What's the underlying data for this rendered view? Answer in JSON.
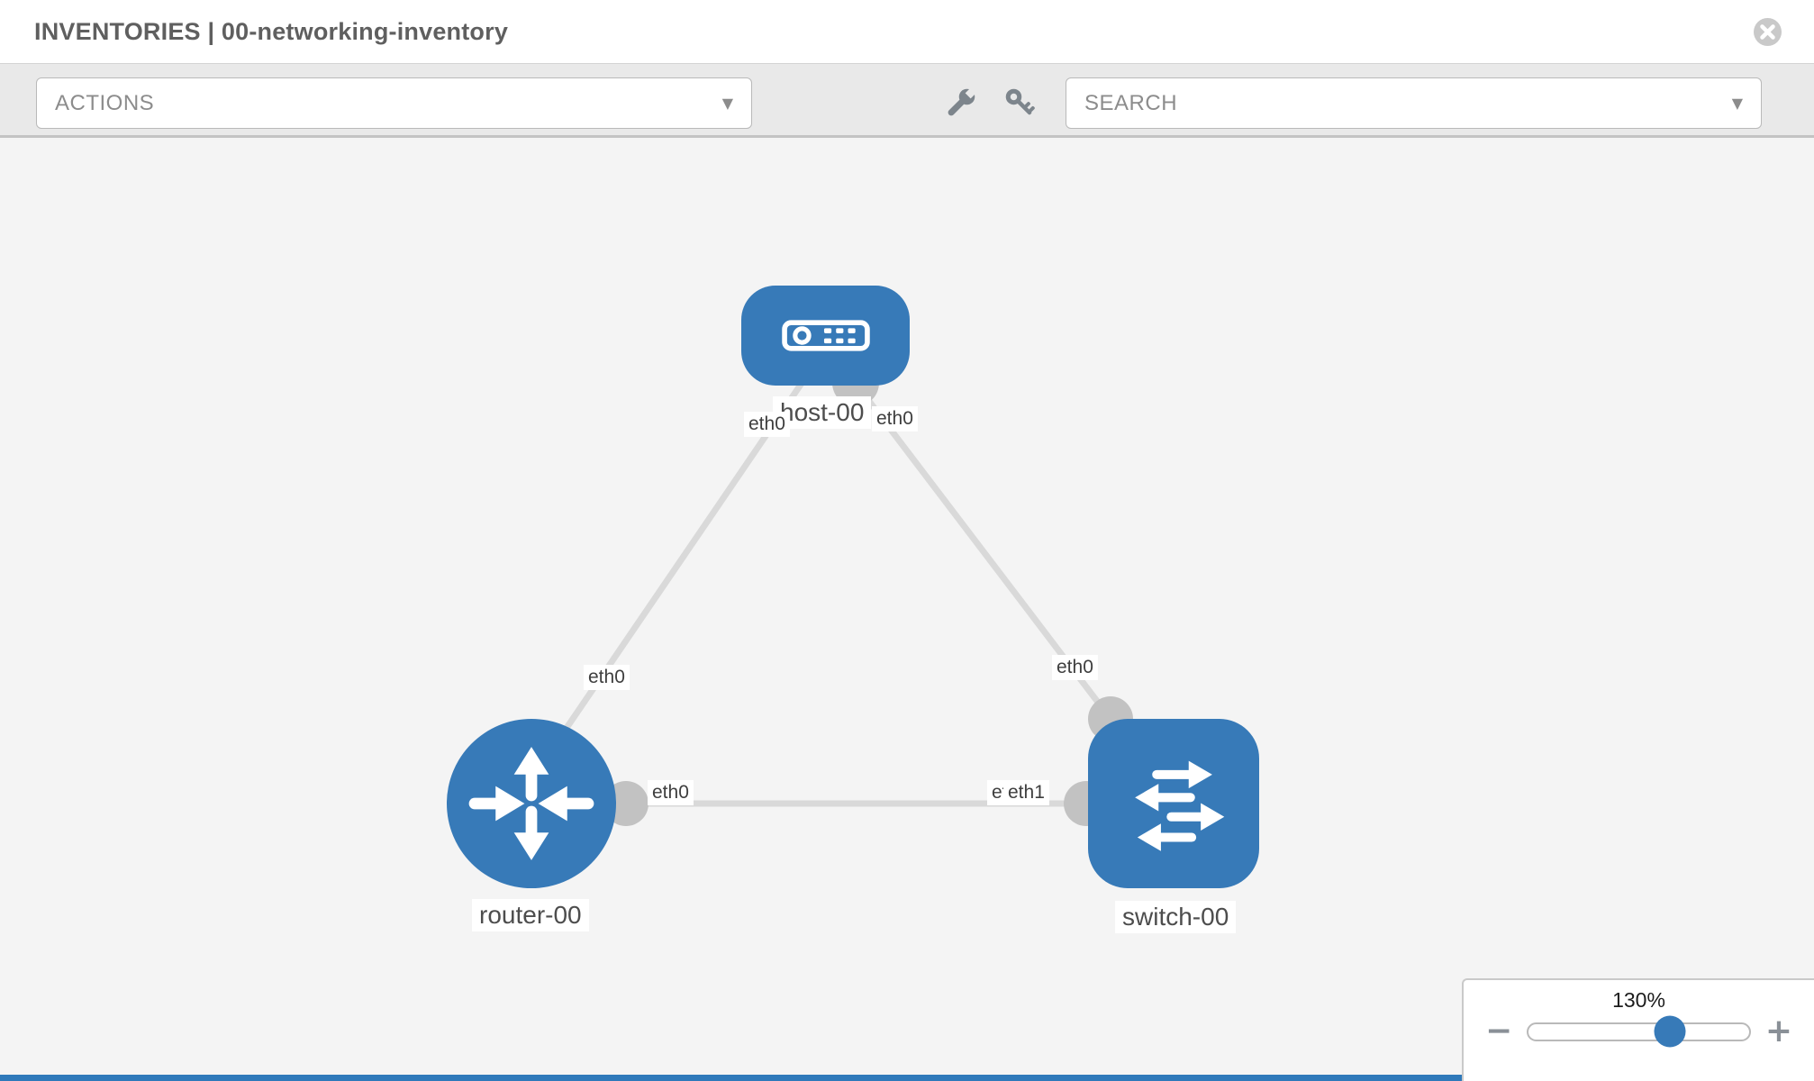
{
  "header": {
    "title": "INVENTORIES | 00-networking-inventory"
  },
  "toolbar": {
    "actions_label": "ACTIONS",
    "search_label": "SEARCH",
    "caret_icon": "▼"
  },
  "diagram": {
    "nodes": [
      {
        "label": "host-00",
        "type": "host"
      },
      {
        "label": "router-00",
        "type": "router"
      },
      {
        "label": "switch-00",
        "type": "switch"
      }
    ],
    "links": [
      {
        "from": "host-00",
        "to": "router-00",
        "from_iface": "eth0",
        "to_iface": "eth0"
      },
      {
        "from": "host-00",
        "to": "switch-00",
        "from_iface": "eth0",
        "to_iface": "eth0"
      },
      {
        "from": "router-00",
        "to": "switch-00",
        "from_iface": "eth0",
        "to_iface": "eth1"
      }
    ],
    "iface_labels": [
      {
        "text": "eth0"
      },
      {
        "text": "eth0"
      },
      {
        "text": "eth0"
      },
      {
        "text": "eth0"
      },
      {
        "text": "eth0"
      },
      {
        "text": "eth0"
      },
      {
        "text": "eth1"
      }
    ]
  },
  "zoom_control": {
    "value": "130%",
    "zoom_out": "−",
    "zoom_in": "+"
  },
  "colors": {
    "node_blue": "#377ab8",
    "link_gray": "#d9d9d9",
    "stub_gray": "#c2c2c2",
    "canvas_bg": "#f4f4f4",
    "toolbar_bg": "#e9e9e9"
  }
}
